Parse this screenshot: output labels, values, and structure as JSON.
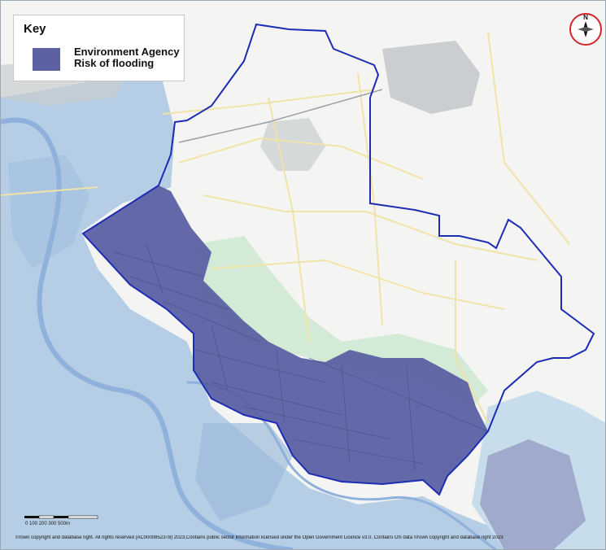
{
  "key": {
    "title": "Key",
    "items": [
      {
        "label": "Environment Agency Risk of flooding",
        "color": "#5b61a3"
      }
    ]
  },
  "north_arrow": {
    "label": "N",
    "ring_color": "#d6232a"
  },
  "scale_bar": {
    "label": "0   100 200 300      500m"
  },
  "copyright": "©rown copyright and database right. All rights reserved (AC0000852378) 2023,Contains public sector information licensed under the Open Government Licence v3.0. Contains OS data ©rown copyright and database right 2023",
  "colors": {
    "land": "#f4f5f2",
    "tidal_water": "#b5cde5",
    "river": "#a9c5e4",
    "flood_zone_light": "#c7ddec",
    "flood_zone": "#5b61a3",
    "boundary": "#1c2cb5",
    "green_space": "#d3ead7",
    "road_minor": "#f6eec2",
    "settlement": "#bfc4c8"
  }
}
